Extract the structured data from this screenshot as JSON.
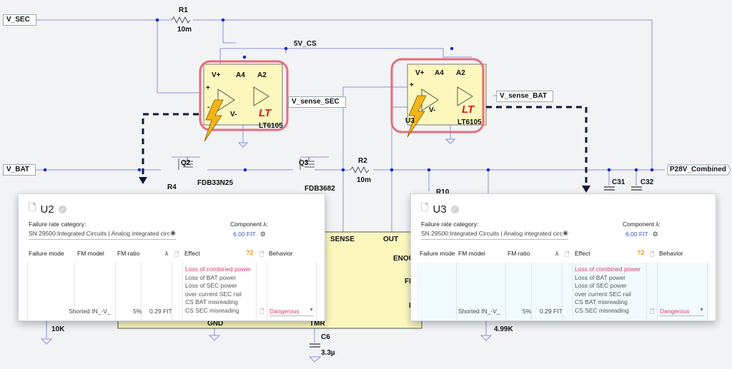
{
  "schematic": {
    "nets": {
      "v_sec": "V_SEC",
      "v_bat": "V_BAT",
      "cs_5v": "5V_CS",
      "v_sense_sec": "V_sense_SEC",
      "v_sense_bat": "V_sense_BAT",
      "p28v": "P28V_Combined"
    },
    "components": {
      "r1_ref": "R1",
      "r1_val": "10m",
      "r2_ref": "R2",
      "r2_val": "10m",
      "r4_ref": "R4",
      "r10_ref": "R10",
      "q2_ref": "Q2",
      "q2_part": "FDB33N25",
      "q3_ref": "Q3",
      "q3_part": "FDB3682",
      "c31_ref": "C31",
      "c32_ref": "C32",
      "c6_ref": "C6",
      "c6_val": "3.3µ",
      "r_left_val": "10K",
      "r_right_val": "4.99K",
      "amp_left_part": "LT6105",
      "amp_right_part": "LT6105",
      "amp_right_ref": "U3"
    },
    "amp_pins": {
      "vplus": "V+",
      "vminus": "V-",
      "a4": "A4",
      "a2": "A2",
      "plus": "+",
      "minus": "-"
    },
    "controller_pins": {
      "sense": "SENSE",
      "out": "OUT",
      "enout": "ENOU",
      "flt": "FL",
      "f": "F",
      "gnd": "GND",
      "tmr": "TMR"
    },
    "logo": "LT"
  },
  "panels": [
    {
      "id": "U2",
      "title": "U2",
      "category_label": "Failure rate category:",
      "category_value": "SN 29500:Integrated Circuits | Analog integrated circ",
      "component_label": "Component λ:",
      "component_value": "6.00 FIT",
      "headers": {
        "failure_mode": "Failure mode",
        "fm_model": "FM model",
        "fm_ratio": "FM ratio",
        "lambda": "λ",
        "effect": "Effect",
        "behavior": "Behavior",
        "q_count": "2"
      },
      "row": {
        "fm_model": "Shorted IN_-V_",
        "fm_ratio": "5%",
        "lambda": "0.29 FIT",
        "effects": [
          "Loss of combined power",
          "Loss of BAT power",
          "Loss of SEC power",
          "over current SEC rail",
          "CS BAT misreading",
          "CS SEC misreading"
        ],
        "behavior": "Dangerous"
      }
    },
    {
      "id": "U3",
      "title": "U3",
      "category_label": "Failure rate category:",
      "category_value": "SN 29500:Integrated Circuits | Analog integrated circ",
      "component_label": "Component λ:",
      "component_value": "6.00 FIT",
      "headers": {
        "failure_mode": "Failure mode",
        "fm_model": "FM model",
        "fm_ratio": "FM ratio",
        "lambda": "λ",
        "effect": "Effect",
        "behavior": "Behavior",
        "q_count": "2"
      },
      "row": {
        "fm_model": "Shorted IN_-V_",
        "fm_ratio": "5%",
        "lambda": "0.29 FIT",
        "effects": [
          "Loss of combined power",
          "Loss of BAT power",
          "Loss of SEC power",
          "over current SEC rail",
          "CS BAT misreading",
          "CS SEC misreading"
        ],
        "behavior": "Dangerous"
      }
    }
  ],
  "colors": {
    "wire": "#8c90d8",
    "highlight": "#e56e7d",
    "chip": "#fbf7bd",
    "danger": "#d93a6b",
    "link": "#3a56c6",
    "bolt": "#f3b51b"
  }
}
